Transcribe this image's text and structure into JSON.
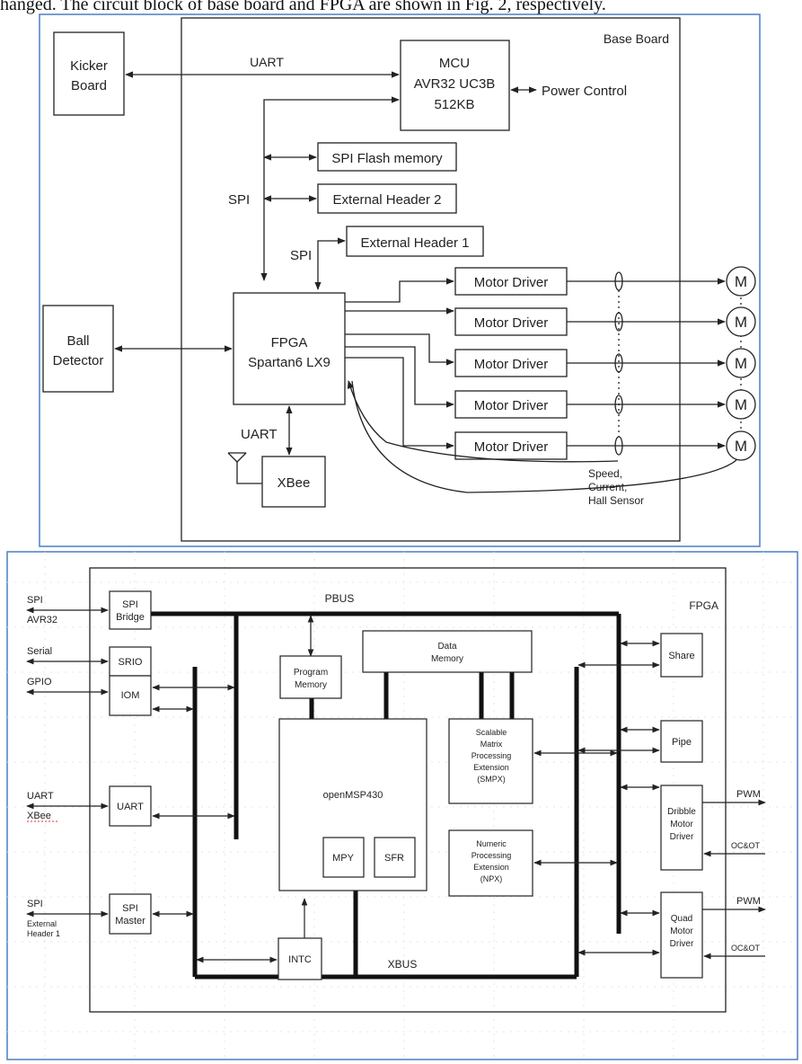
{
  "caption": "hanged. The circuit block of base board and FPGA are shown in Fig. 2, respectively.",
  "fig1": {
    "board_label": "Base Board",
    "kicker": [
      "Kicker",
      "Board"
    ],
    "uart_top": "UART",
    "mcu": [
      "MCU",
      "AVR32 UC3B",
      "512KB"
    ],
    "power_control": "Power Control",
    "spi_flash": "SPI Flash memory",
    "spi": "SPI",
    "ext_header_2": "External Header 2",
    "spi2": "SPI",
    "ext_header_1": "External Header 1",
    "ball": [
      "Ball",
      "Detector"
    ],
    "fpga": [
      "FPGA",
      "Spartan6 LX9"
    ],
    "motor_driver": "Motor Driver",
    "motor_symbol": "M",
    "uart_bottom": "UART",
    "xbee": "XBee",
    "sensor": [
      "Speed,",
      "Current,",
      "Hall Sensor"
    ]
  },
  "fig2": {
    "fpga_label": "FPGA",
    "pbus": "PBUS",
    "xbus": "XBUS",
    "left_signals": {
      "spi": "SPI",
      "avr32": "AVR32",
      "serial": "Serial",
      "gpio": "GPIO",
      "uart": "UART",
      "xbee": "XBee",
      "spi2": "SPI",
      "external_header": [
        "External",
        "Header 1"
      ]
    },
    "spi_bridge": [
      "SPI",
      "Bridge"
    ],
    "srio": "SRIO",
    "iom": "IOM",
    "uart": "UART",
    "spi_master": [
      "SPI",
      "Master"
    ],
    "program_memory": [
      "Program",
      "Memory"
    ],
    "data_memory": [
      "Data",
      "Memory"
    ],
    "smpx": [
      "Scalable",
      "Matrix",
      "Processing",
      "Extension",
      "(SMPX)"
    ],
    "npx": [
      "Numeric",
      "Processing",
      "Extension",
      "(NPX)"
    ],
    "openmsp430": "openMSP430",
    "mpy": "MPY",
    "sfr": "SFR",
    "intc": "INTC",
    "share": "Share",
    "pipe": "Pipe",
    "dribble": [
      "Dribble",
      "Motor",
      "Driver"
    ],
    "quad": [
      "Quad",
      "Motor",
      "Driver"
    ],
    "pwm": "PWM",
    "ocot": "OC&OT",
    "pwm2": "PWM",
    "ocot2": "OC&OT"
  }
}
